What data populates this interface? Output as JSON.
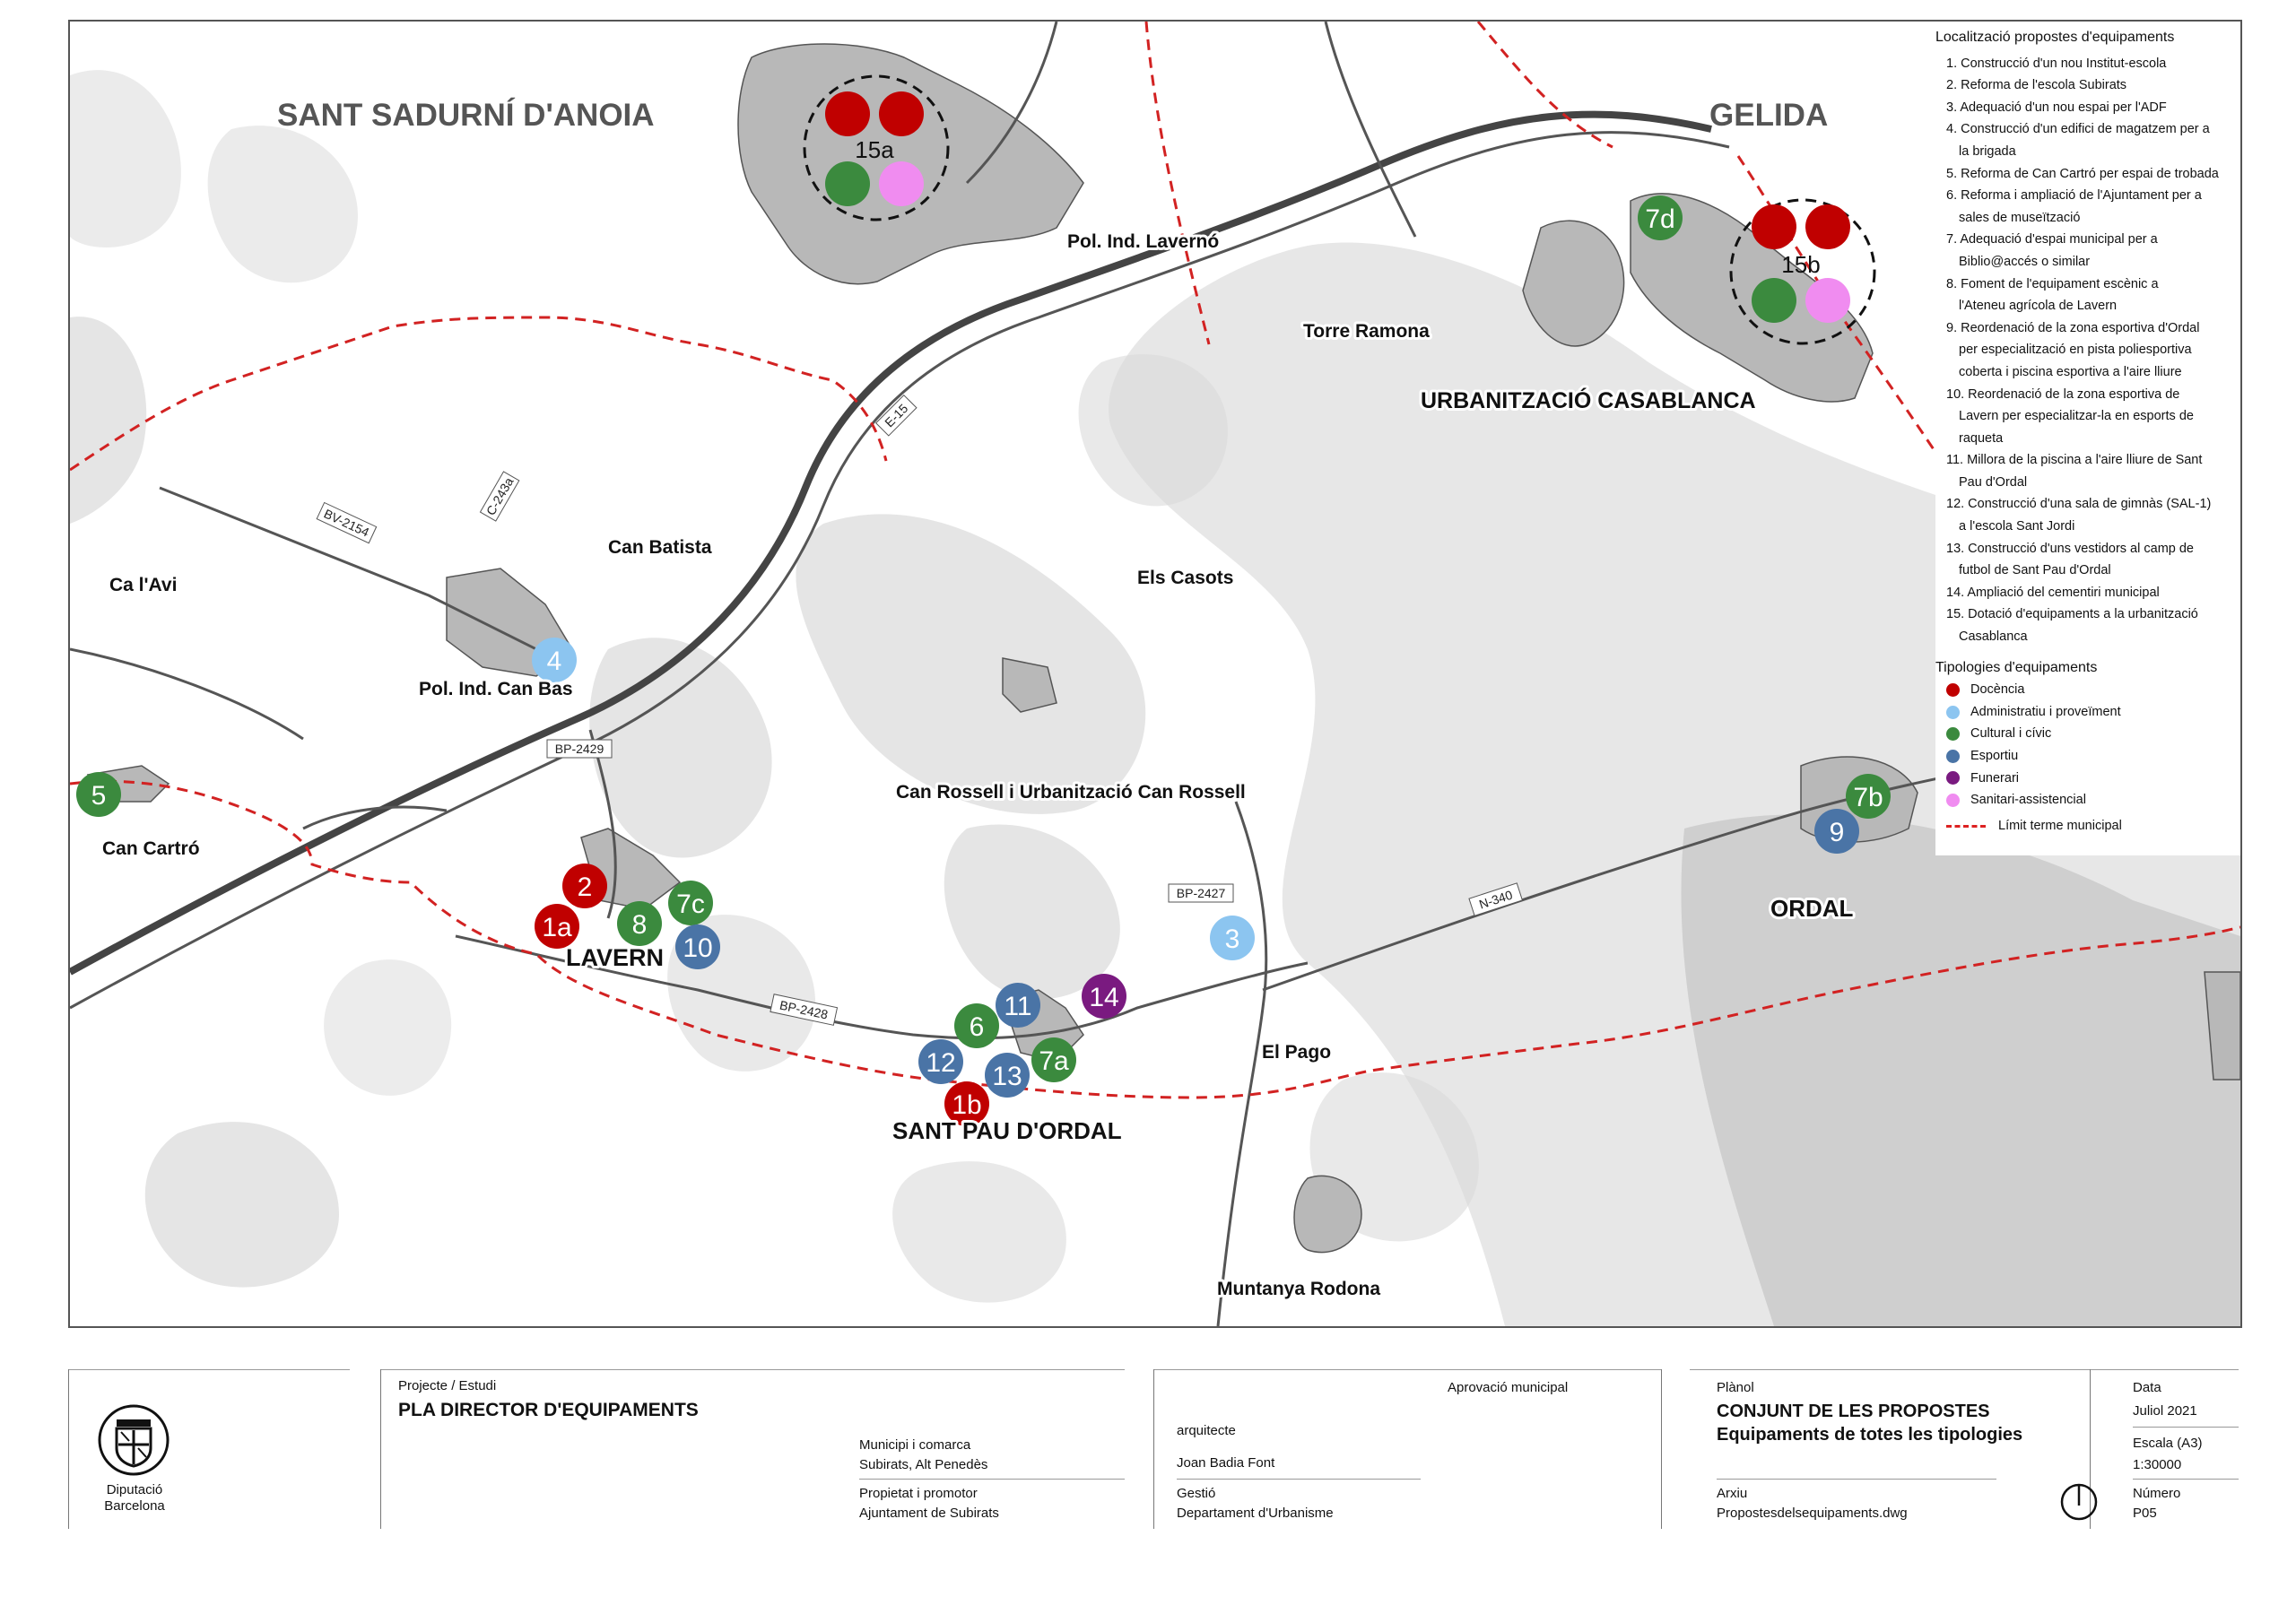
{
  "map": {
    "place_labels": {
      "sant_sadurni": "SANT SADURNÍ D'ANOIA",
      "gelida": "GELIDA",
      "pol_lavernó": "Pol. Ind. Lavernó",
      "torre_ramona": "Torre Ramona",
      "urb_casablanca": "URBANITZACIÓ CASABLANCA",
      "can_batista": "Can Batista",
      "ca_lavi": "Ca l'Avi",
      "pol_can_bas": "Pol. Ind. Can Bas",
      "els_casots": "Els Casots",
      "can_rossell": "Can Rossell i Urbanització Can Rossell",
      "can_cartro": "Can Cartró",
      "lavern": "LAVERN",
      "el_pago": "El Pago",
      "sant_pau": "SANT PAU D'ORDAL",
      "ordal": "ORDAL",
      "muntanya_rodona": "Muntanya Rodona"
    },
    "road_labels": {
      "c243": "C-243a",
      "bv2154": "BV-2154",
      "e15": "E-15",
      "bp2429": "BP-2429",
      "bp2428": "BP-2428",
      "bp2427": "BP-2427",
      "n340": "N-340"
    },
    "markers": [
      {
        "label": "15a",
        "type": "cluster"
      },
      {
        "label": "15b",
        "type": "cluster"
      },
      {
        "label": "7d",
        "type": "cultural"
      },
      {
        "label": "4",
        "type": "admin"
      },
      {
        "label": "5",
        "type": "cultural"
      },
      {
        "label": "2",
        "type": "docencia"
      },
      {
        "label": "1a",
        "type": "docencia"
      },
      {
        "label": "8",
        "type": "cultural"
      },
      {
        "label": "7c",
        "type": "cultural"
      },
      {
        "label": "10",
        "type": "esportiu"
      },
      {
        "label": "3",
        "type": "admin"
      },
      {
        "label": "14",
        "type": "funerari"
      },
      {
        "label": "11",
        "type": "esportiu"
      },
      {
        "label": "6",
        "type": "cultural"
      },
      {
        "label": "12",
        "type": "esportiu"
      },
      {
        "label": "13",
        "type": "esportiu"
      },
      {
        "label": "7a",
        "type": "cultural"
      },
      {
        "label": "1b",
        "type": "docencia"
      },
      {
        "label": "7b",
        "type": "cultural"
      },
      {
        "label": "9",
        "type": "esportiu"
      }
    ]
  },
  "legend": {
    "title": "Localització propostes d'equipaments",
    "items": [
      "1. Construcció d'un nou Institut-escola",
      "2. Reforma de l'escola Subirats",
      "3. Adequació d'un nou espai per l'ADF",
      "4. Construcció d'un edifici de magatzem per a",
      "la brigada",
      "5. Reforma de Can Cartró per espai de trobada",
      "6. Reforma i ampliació de l'Ajuntament per a",
      "sales de museïtzació",
      "7. Adequació d'espai municipal per a",
      "Biblio@accés o similar",
      "8. Foment de l'equipament escènic a",
      "l'Ateneu agrícola de Lavern",
      "9. Reordenació de la zona esportiva d'Ordal",
      "per especialització en pista poliesportiva",
      "coberta i piscina esportiva a l'aire lliure",
      "10. Reordenació de la zona esportiva de",
      "Lavern per especialitzar-la en esports de",
      "raqueta",
      "11. Millora de la piscina a l'aire lliure de Sant",
      "Pau d'Ordal",
      "12. Construcció d'una sala de gimnàs (SAL-1)",
      "a l'escola Sant Jordi",
      "13. Construcció d'uns vestidors al camp de",
      "futbol de Sant Pau d'Ordal",
      "14. Ampliació del cementiri municipal",
      "15. Dotació d'equipaments a la urbanització",
      "Casablanca"
    ],
    "tipologies_title": "Tipologies d'equipaments",
    "tipologies": [
      {
        "label": "Docència",
        "color": "#c00000"
      },
      {
        "label": "Administratiu i proveïment",
        "color": "#8cc5f0"
      },
      {
        "label": "Cultural i cívic",
        "color": "#3b8a3e"
      },
      {
        "label": "Esportiu",
        "color": "#4a74a6"
      },
      {
        "label": "Funerari",
        "color": "#7a1a80"
      },
      {
        "label": "Sanitari-assistencial",
        "color": "#f08cf0"
      }
    ],
    "limit_label": "Límit terme municipal"
  },
  "colors": {
    "docencia": "#c00000",
    "admin": "#8cc5f0",
    "cultural": "#3b8a3e",
    "esportiu": "#4a74a6",
    "funerari": "#7a1a80",
    "sanitari": "#f08cf0",
    "boundary": "#d22222"
  },
  "title_block": {
    "org_line1": "Diputació",
    "org_line2": "Barcelona",
    "projecte_label": "Projecte / Estudi",
    "projecte_value": "PLA DIRECTOR D'EQUIPAMENTS",
    "municipi_label": "Municipi i comarca",
    "municipi_value": "Subirats, Alt Penedès",
    "propietat_label": "Propietat  i promotor",
    "propietat_value": "Ajuntament de Subirats",
    "aprovacio_label": "Aprovació municipal",
    "arquitecte_label": "arquitecte",
    "arquitecte_value": "Joan Badia Font",
    "gestio_label": "Gestió",
    "gestio_value": "Departament d'Urbanisme",
    "planol_label": "Plànol",
    "planol_title": "CONJUNT DE LES PROPOSTES",
    "planol_subtitle": "Equipaments de totes les tipologies",
    "arxiu_label": "Arxiu",
    "arxiu_value": "Propostesdelsequipaments.dwg",
    "data_label": "Data",
    "data_value": "Juliol 2021",
    "escala_label": "Escala (A3)",
    "escala_value": "1:30000",
    "numero_label": "Número",
    "numero_value": "P05"
  }
}
